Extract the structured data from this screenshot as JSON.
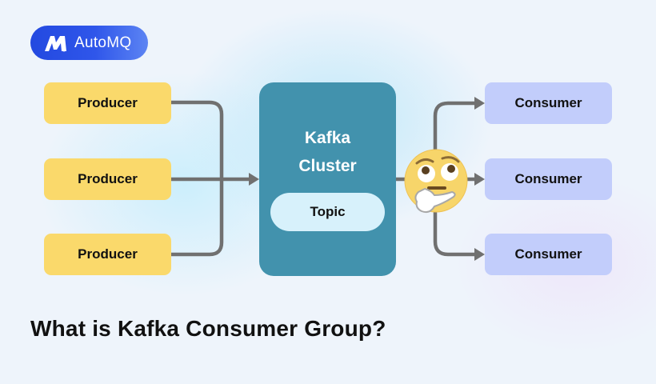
{
  "logo": {
    "text": "AutoMQ",
    "icon": "automq-logo-icon",
    "bg_color": "#2f56ea"
  },
  "producers": [
    {
      "label": "Producer"
    },
    {
      "label": "Producer"
    },
    {
      "label": "Producer"
    }
  ],
  "cluster": {
    "title_line1": "Kafka",
    "title_line2": "Cluster",
    "topic": "Topic",
    "color": "#4292ad"
  },
  "consumers": [
    {
      "label": "Consumer"
    },
    {
      "label": "Consumer"
    },
    {
      "label": "Consumer"
    }
  ],
  "thinking_emoji": "thinking-face-icon",
  "title": "What is Kafka Consumer Group?",
  "colors": {
    "producer": "#fad96b",
    "consumer": "#c2cdfb",
    "connector": "#707070",
    "topic": "#d7f1fb"
  }
}
